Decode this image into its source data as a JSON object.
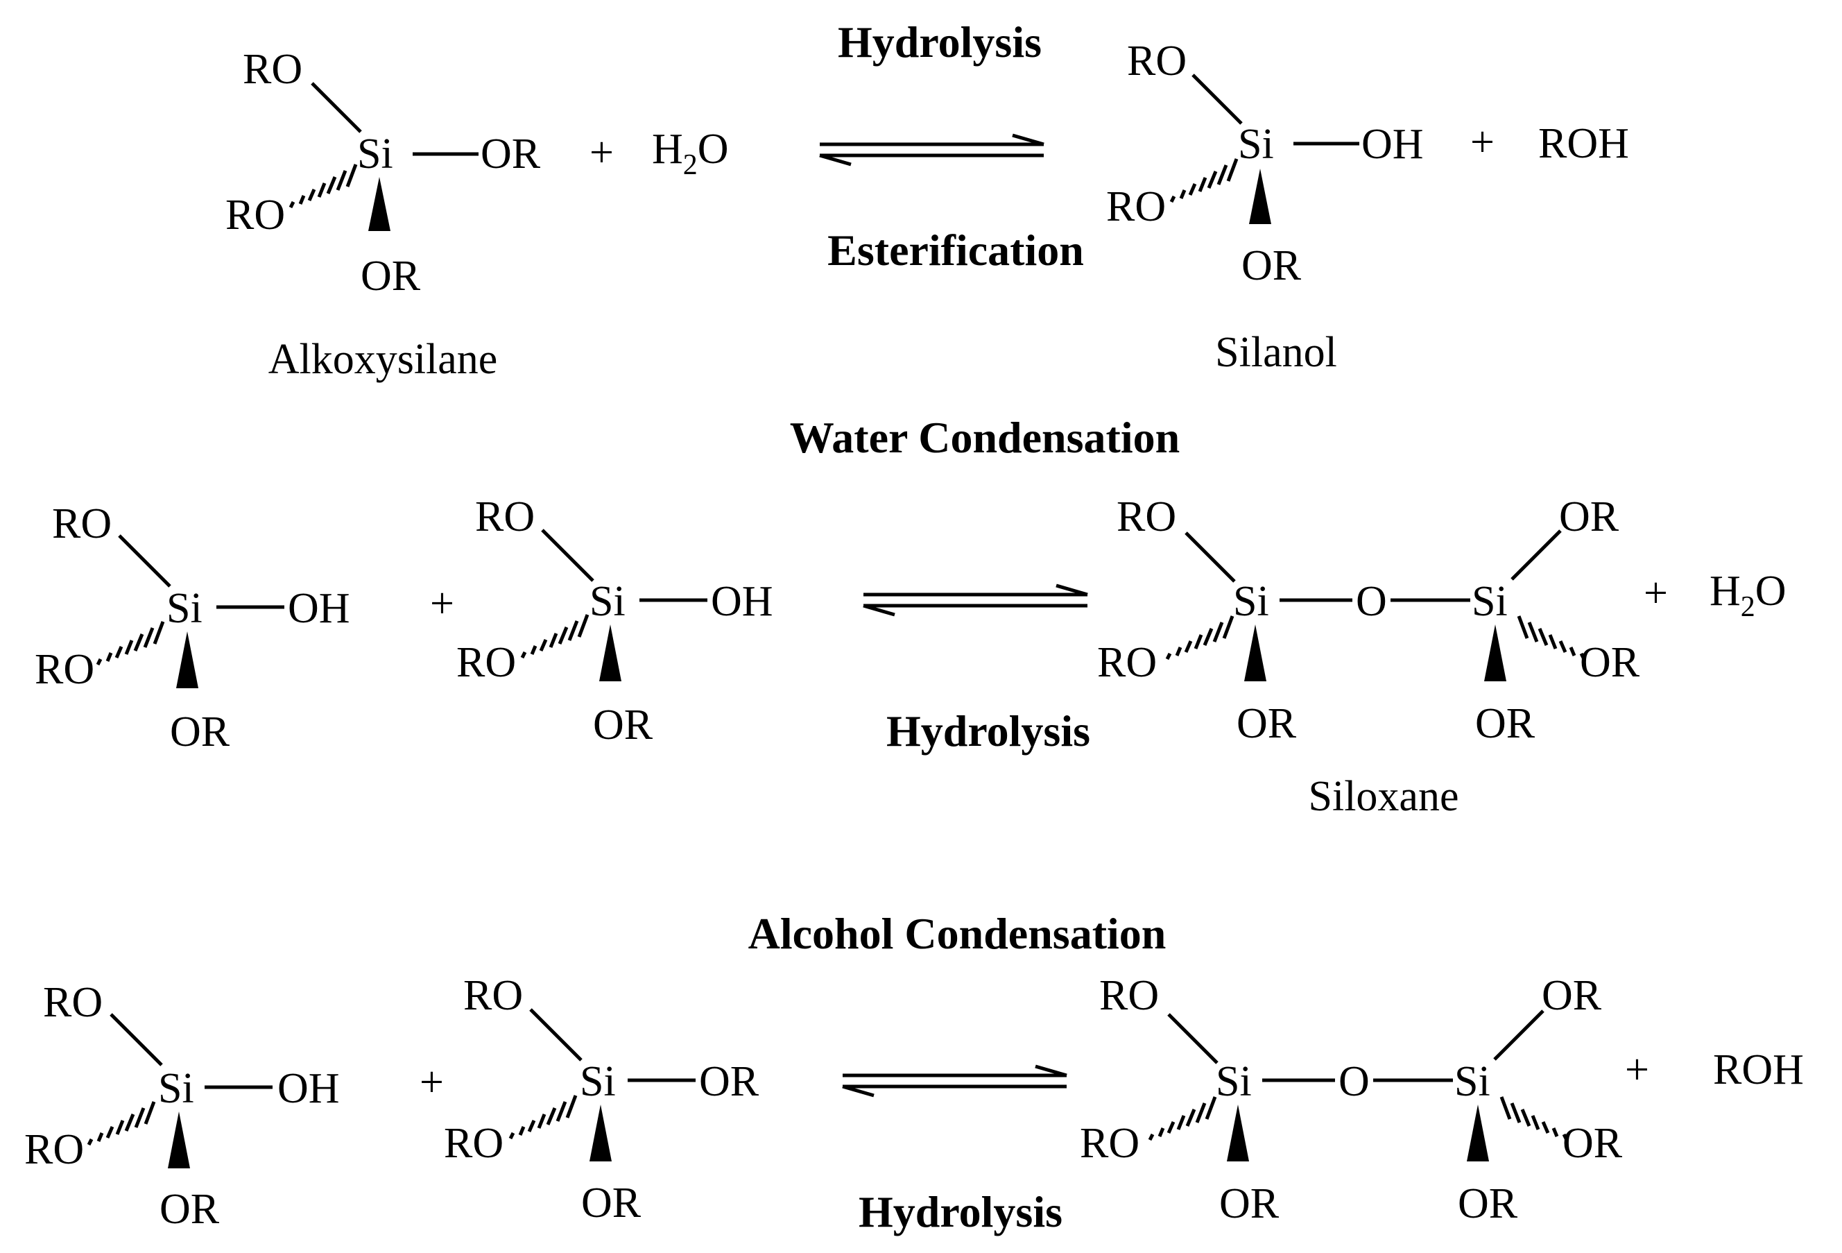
{
  "labels": {
    "ro": "RO",
    "or": "OR",
    "si": "Si",
    "oh": "OH",
    "o": "O",
    "plus": "+",
    "roh": "ROH",
    "h": "H",
    "two": "2",
    "o_water": "O"
  },
  "reactions": [
    {
      "top_label": "Hydrolysis",
      "bottom_label": "Esterification",
      "reactant_caption": "Alkoxysilane",
      "product_caption": "Silanol"
    },
    {
      "top_label": "Water Condensation",
      "bottom_label": "Hydrolysis",
      "product_caption": "Siloxane"
    },
    {
      "top_label": "Alcohol Condensation",
      "bottom_label": "Hydrolysis"
    }
  ],
  "colors": {
    "ink": "#000000",
    "background": "#ffffff"
  }
}
